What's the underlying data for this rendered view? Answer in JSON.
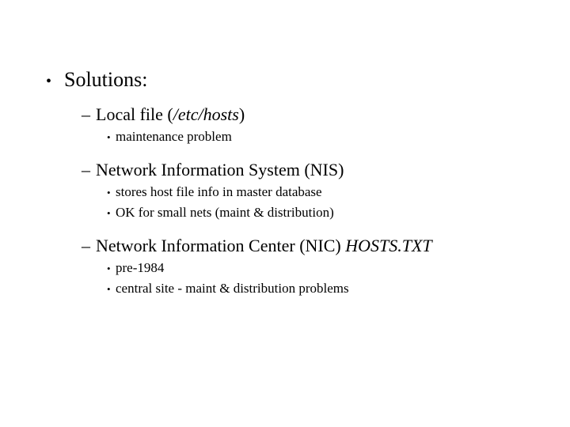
{
  "slide": {
    "background_color": "#ffffff",
    "text_color": "#000000",
    "markers": {
      "level1": "•",
      "level2": "–",
      "level3": "•"
    },
    "outline": {
      "heading": "Solutions:",
      "items": [
        {
          "level": 2,
          "text_plain": "Local file (/etc/hosts)",
          "text_before": "Local file (",
          "text_italic": "/etc/hosts",
          "text_after": ")"
        },
        {
          "level": 3,
          "text_plain": "maintenance problem"
        },
        {
          "level": 2,
          "text_plain": "Network Information System (NIS)",
          "text_before": "Network Information System (NIS)",
          "text_italic": "",
          "text_after": ""
        },
        {
          "level": 3,
          "text_plain": "stores host file info in master database"
        },
        {
          "level": 3,
          "text_plain": "OK for small nets (maint & distribution)"
        },
        {
          "level": 2,
          "text_plain": "Network Information Center (NIC) HOSTS.TXT",
          "text_before": "Network Information Center (NIC) ",
          "text_italic": "HOSTS.TXT",
          "text_after": ""
        },
        {
          "level": 3,
          "text_plain": "pre-1984"
        },
        {
          "level": 3,
          "text_plain": "central site - maint & distribution problems"
        }
      ]
    }
  }
}
